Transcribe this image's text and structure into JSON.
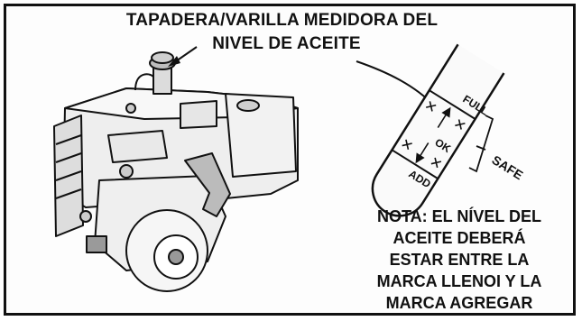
{
  "diagram": {
    "title_line1": "TAPADERA/VARILLA MEDIDORA DEL",
    "title_line2": "NIVEL DE ACEITE",
    "dipstick": {
      "full_label": "FULL",
      "ok_label": "OK",
      "add_label": "ADD",
      "safe_label": "SAFE"
    },
    "note_lines": [
      "NOTA: EL NÍVEL DEL",
      "ACEITE DEBERÁ",
      "ESTAR ENTRE LA",
      "MARCA LLENOI Y LA",
      "MARCA AGREGAR"
    ]
  }
}
